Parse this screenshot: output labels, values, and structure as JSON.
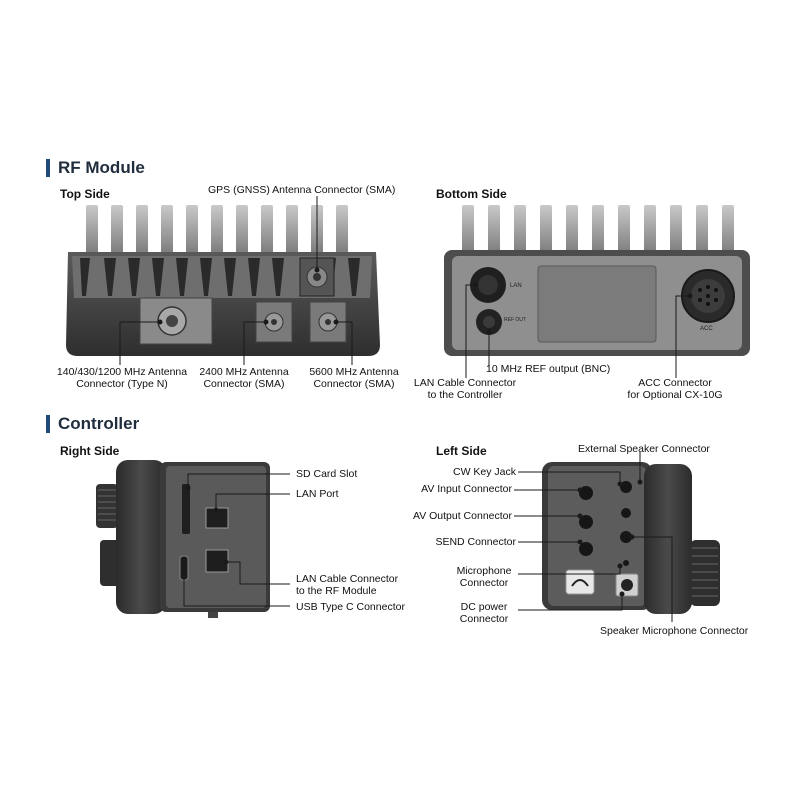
{
  "rf_module": {
    "title": "RF Module",
    "top_side": {
      "title": "Top Side",
      "gps_label": "GPS (GNSS) Antenna Connector (SMA)",
      "antenna_main_label": [
        "140/430/1200 MHz Antenna",
        "Connector (Type N)"
      ],
      "antenna_2400_label": [
        "2400 MHz Antenna",
        "Connector (SMA)"
      ],
      "antenna_5600_label": [
        "5600 MHz Antenna",
        "Connector (SMA)"
      ]
    },
    "bottom_side": {
      "title": "Bottom Side",
      "lan_cable_label": [
        "LAN Cable Connector",
        "to the Controller"
      ],
      "ref_output_label": "10 MHz REF output (BNC)",
      "acc_label": [
        "ACC Connector",
        "for Optional CX-10G"
      ],
      "printed_lan": "LAN",
      "printed_acc": "ACC",
      "printed_ref": "REF OUT"
    }
  },
  "controller": {
    "title": "Controller",
    "right_side": {
      "title": "Right Side",
      "sd_card_label": "SD Card Slot",
      "lan_port_label": "LAN Port",
      "lan_cable_label": [
        "LAN Cable Connector",
        "to the RF Module"
      ],
      "usb_label": "USB Type C Connector"
    },
    "left_side": {
      "title": "Left Side",
      "ext_speaker_label": "External Speaker Connector",
      "cw_key_label": "CW Key Jack",
      "av_input_label": "AV Input Connector",
      "av_output_label": "AV Output Connector",
      "send_label": "SEND Connector",
      "microphone_label": [
        "Microphone",
        "Connector"
      ],
      "dc_power_label": [
        "DC power",
        "Connector"
      ],
      "spk_mic_label": "Speaker Microphone Connector"
    }
  },
  "colors": {
    "accent": "#1f4a7a",
    "device_dark": "#3a3a3a",
    "device_mid": "#6b6b6b",
    "fin": "#9a9a9a",
    "leader": "#1a6fb0"
  }
}
